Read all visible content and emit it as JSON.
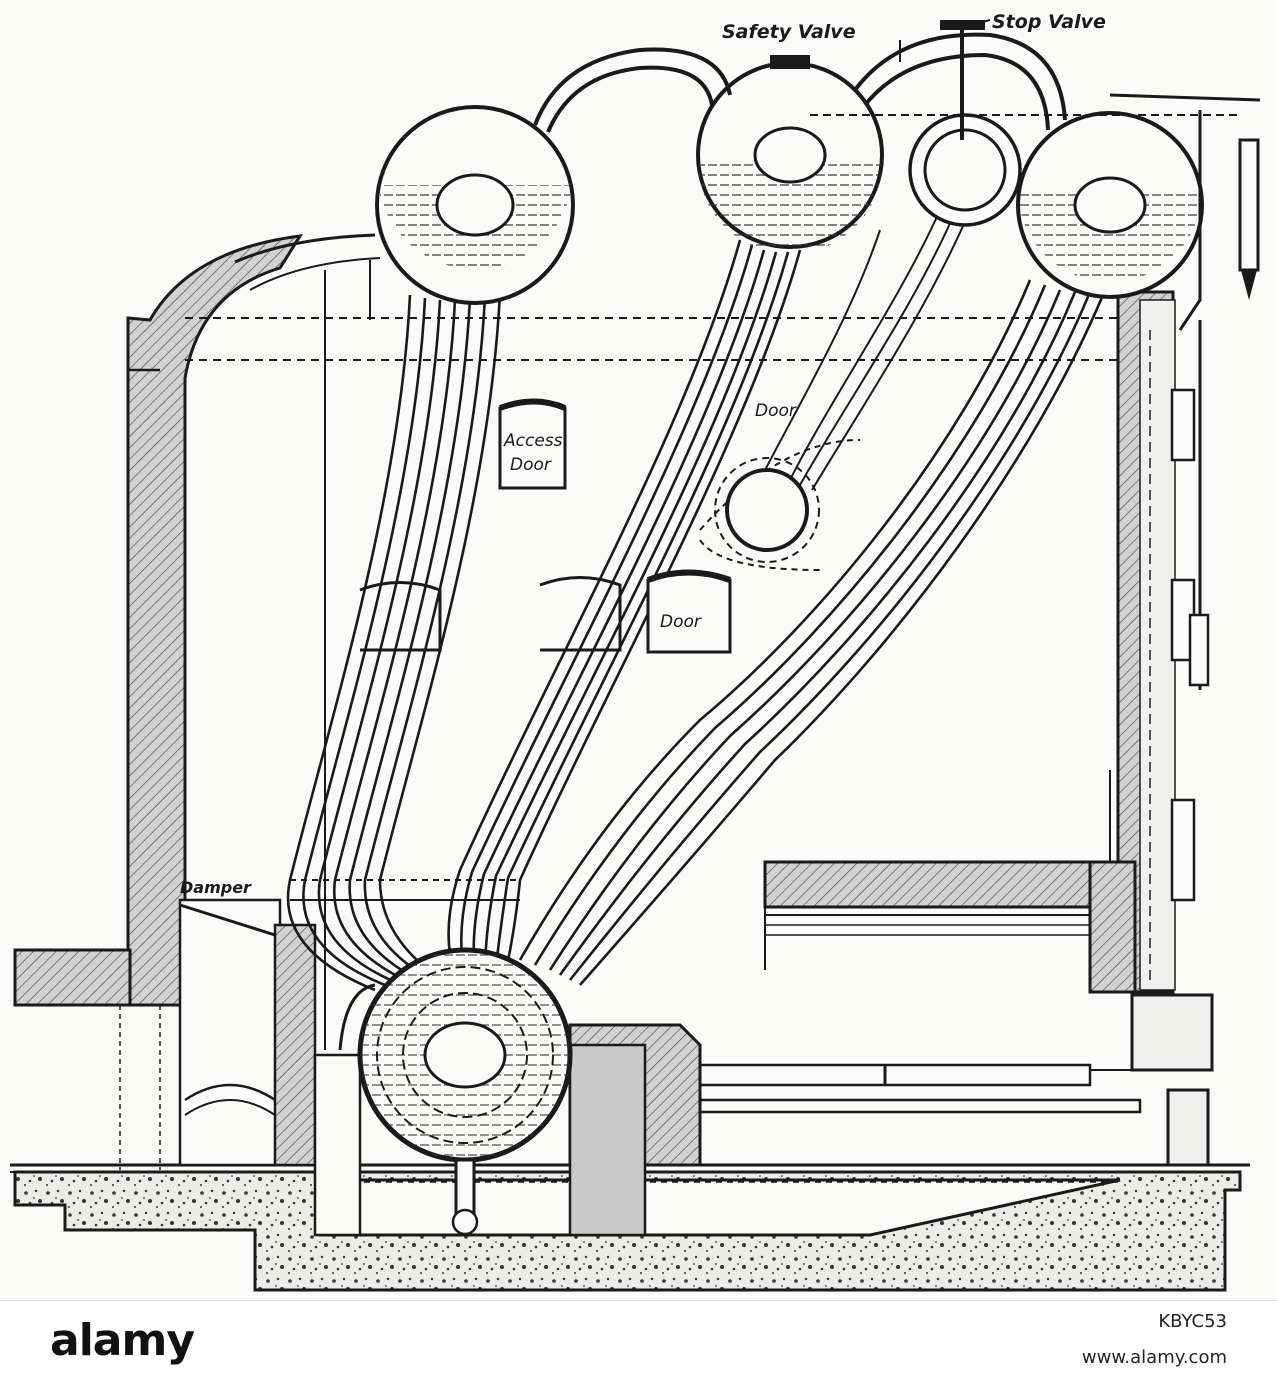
{
  "diagram": {
    "labels": {
      "safety_valve": "Safety Valve",
      "stop_valve": "Stop Valve",
      "access_door_line1": "Access",
      "access_door_line2": "Door",
      "door_upper": "Door",
      "door_lower": "Door",
      "damper": "Damper"
    },
    "colors": {
      "ink": "#1a1a1a",
      "paper": "#fbfbf9",
      "brick": "#c9c9c9",
      "concrete": "#e4e4e0"
    }
  },
  "footer": {
    "brand": "alamy",
    "image_id": "KBYC53",
    "site": "www.alamy.com"
  }
}
